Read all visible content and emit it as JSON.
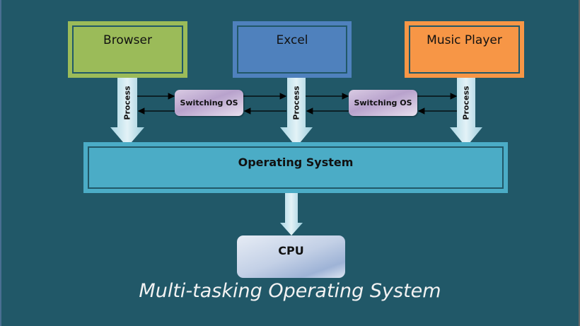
{
  "diagram": {
    "title": "Multi-tasking Operating System",
    "applications": [
      {
        "label": "Browser",
        "color": "#9bbb59"
      },
      {
        "label": "Excel",
        "color": "#4f81bd"
      },
      {
        "label": "Music Player",
        "color": "#f79646"
      }
    ],
    "process_label": "Process",
    "switching": [
      {
        "label": "Switching OS"
      },
      {
        "label": "Switching OS"
      }
    ],
    "operating_system": {
      "label": "Operating System",
      "color": "#4bacc6"
    },
    "cpu": {
      "label": "CPU"
    },
    "background_color": "#215868"
  }
}
